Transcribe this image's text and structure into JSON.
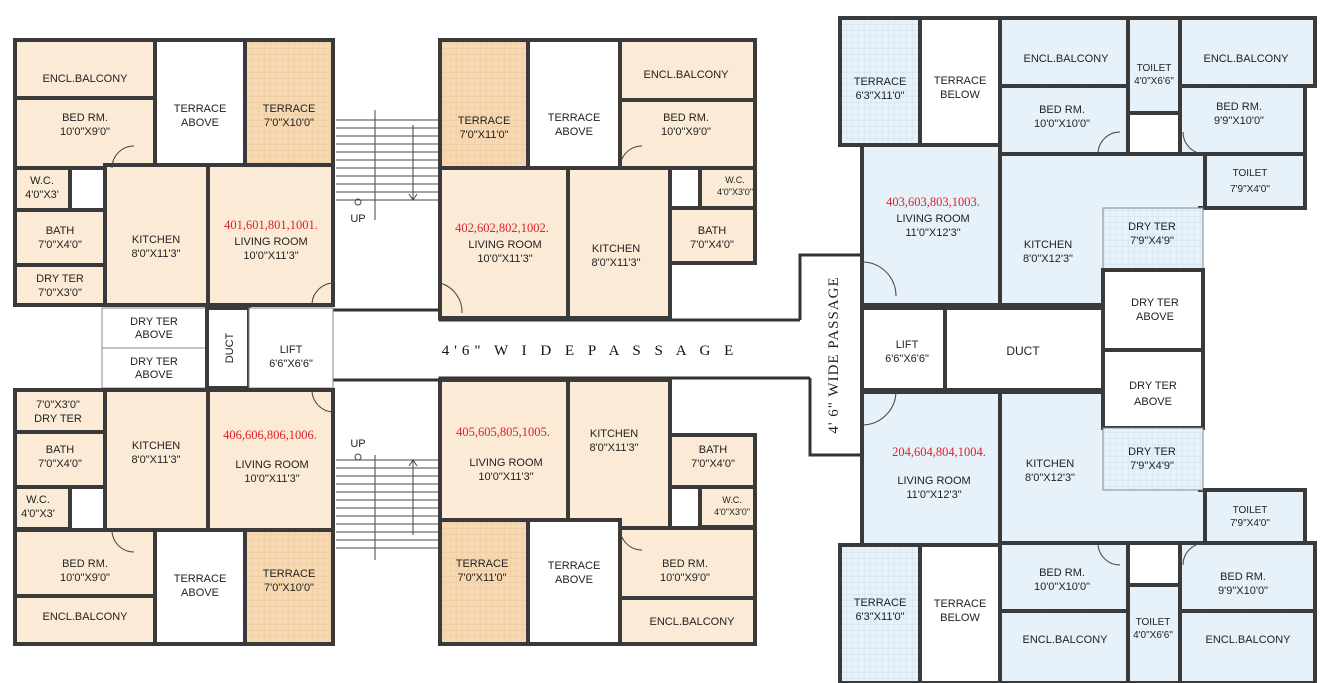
{
  "passages": {
    "horizontal": "4'6\" W I D E  P A S S A G E",
    "vertical": "4' 6\" WIDE PASSAGE"
  },
  "stairs": {
    "up_top": "UP",
    "up_bottom": "UP"
  },
  "wing_a": {
    "tl": {
      "encl_balcony": "ENCL.BALCONY",
      "bed": "BED RM.",
      "bed_size": "10'0\"X9'0\"",
      "wc": "W.C.",
      "wc_size": "4'0\"X3'",
      "bath": "BATH",
      "bath_size": "7'0\"X4'0\"",
      "dry": "DRY TER",
      "dry_size": "7'0\"X3'0\"",
      "kitchen": "KITCHEN",
      "kitchen_size": "8'0\"X11'3\"",
      "units": "401,601,801,1001.",
      "living": "LIVING ROOM",
      "living_size": "10'0\"X11'3\"",
      "terrace_above_1": "TERRACE",
      "terrace_above_2": "ABOVE",
      "terrace": "TERRACE",
      "terrace_size": "7'0\"X10'0\""
    },
    "tr": {
      "terrace": "TERRACE",
      "terrace_size": "7'0\"X11'0\"",
      "terrace_above_1": "TERRACE",
      "terrace_above_2": "ABOVE",
      "encl_balcony": "ENCL.BALCONY",
      "bed": "BED RM.",
      "bed_size": "10'0\"X9'0\"",
      "wc": "W.C.",
      "wc_size": "4'0\"X3'0\"",
      "bath": "BATH",
      "bath_size": "7'0\"X4'0\"",
      "units": "402,602,802,1002.",
      "living": "LIVING ROOM",
      "living_size": "10'0\"X11'3\"",
      "kitchen": "KITCHEN",
      "kitchen_size": "8'0\"X11'3\""
    },
    "core": {
      "dry_above_1a": "DRY TER",
      "dry_above_1b": "ABOVE",
      "dry_above_2a": "DRY TER",
      "dry_above_2b": "ABOVE",
      "duct": "DUCT",
      "lift": "LIFT",
      "lift_size": "6'6\"X6'6\""
    },
    "bl": {
      "dry_size": "7'0\"X3'0\"",
      "dry": "DRY TER",
      "bath": "BATH",
      "bath_size": "7'0\"X4'0\"",
      "wc": "W.C.",
      "wc_size": "4'0\"X3'",
      "kitchen": "KITCHEN",
      "kitchen_size": "8'0\"X11'3\"",
      "units": "406,606,806,1006.",
      "living": "LIVING ROOM",
      "living_size": "10'0\"X11'3\"",
      "bed": "BED RM.",
      "bed_size": "10'0\"X9'0\"",
      "encl_balcony": "ENCL.BALCONY",
      "terrace_above_1": "TERRACE",
      "terrace_above_2": "ABOVE",
      "terrace": "TERRACE",
      "terrace_size": "7'0\"X10'0\""
    },
    "br": {
      "units": "405,605,805,1005.",
      "living": "LIVING ROOM",
      "living_size": "10'0\"X11'3\"",
      "kitchen": "KITCHEN",
      "kitchen_size": "8'0\"X11'3\"",
      "bath": "BATH",
      "bath_size": "7'0\"X4'0\"",
      "wc": "W.C.",
      "wc_size": "4'0\"X3'0\"",
      "terrace": "TERRACE",
      "terrace_size": "7'0\"X11'0\"",
      "terrace_above_1": "TERRACE",
      "terrace_above_2": "ABOVE",
      "bed": "BED RM.",
      "bed_size": "10'0\"X9'0\"",
      "encl_balcony": "ENCL.BALCONY"
    }
  },
  "wing_b": {
    "top": {
      "terrace": "TERRACE",
      "terrace_size": "6'3\"X11'0\"",
      "terrace_below_1": "TERRACE",
      "terrace_below_2": "BELOW",
      "encl_balcony_1": "ENCL.BALCONY",
      "bed1": "BED RM.",
      "bed1_size": "10'0\"X10'0\"",
      "toilet1": "TOILET",
      "toilet1_size": "4'0\"X6'6\"",
      "encl_balcony_2": "ENCL.BALCONY",
      "bed2": "BED RM.",
      "bed2_size": "9'9\"X10'0\"",
      "toilet2": "TOILET",
      "toilet2_size": "7'9\"X4'0\"",
      "units": "403,603,803,1003.",
      "living": "LIVING ROOM",
      "living_size": "11'0\"X12'3\"",
      "kitchen": "KITCHEN",
      "kitchen_size": "8'0\"X12'3\"",
      "dry": "DRY TER",
      "dry_size": "7'9\"X4'9\"",
      "dry_above_1": "DRY TER",
      "dry_above_2": "ABOVE"
    },
    "core": {
      "lift": "LIFT",
      "lift_size": "6'6\"X6'6\"",
      "duct": "DUCT"
    },
    "bottom": {
      "dry_above_1": "DRY TER",
      "dry_above_2": "ABOVE",
      "units": "204,604,804,1004.",
      "living": "LIVING ROOM",
      "living_size": "11'0\"X12'3\"",
      "kitchen": "KITCHEN",
      "kitchen_size": "8'0\"X12'3\"",
      "dry": "DRY TER",
      "dry_size": "7'9\"X4'9\"",
      "toilet2": "TOILET",
      "toilet2_size": "7'9\"X4'0\"",
      "terrace": "TERRACE",
      "terrace_size": "6'3\"X11'0\"",
      "terrace_below_1": "TERRACE",
      "terrace_below_2": "BELOW",
      "bed1": "BED RM.",
      "bed1_size": "10'0\"X10'0\"",
      "encl_balcony_1": "ENCL.BALCONY",
      "toilet1": "TOILET",
      "toilet1_size": "4'0\"X6'6\"",
      "bed2": "BED RM.",
      "bed2_size": "9'9\"X10'0\"",
      "encl_balcony_2": "ENCL.BALCONY"
    }
  },
  "colors": {
    "wing_a_fill": "#fbebd6",
    "wing_a_tile": "#f5d4ac",
    "wing_b_fill": "#e6f1fa",
    "wall": "#3a3a3a",
    "unit_numbers": "#e0202a"
  }
}
